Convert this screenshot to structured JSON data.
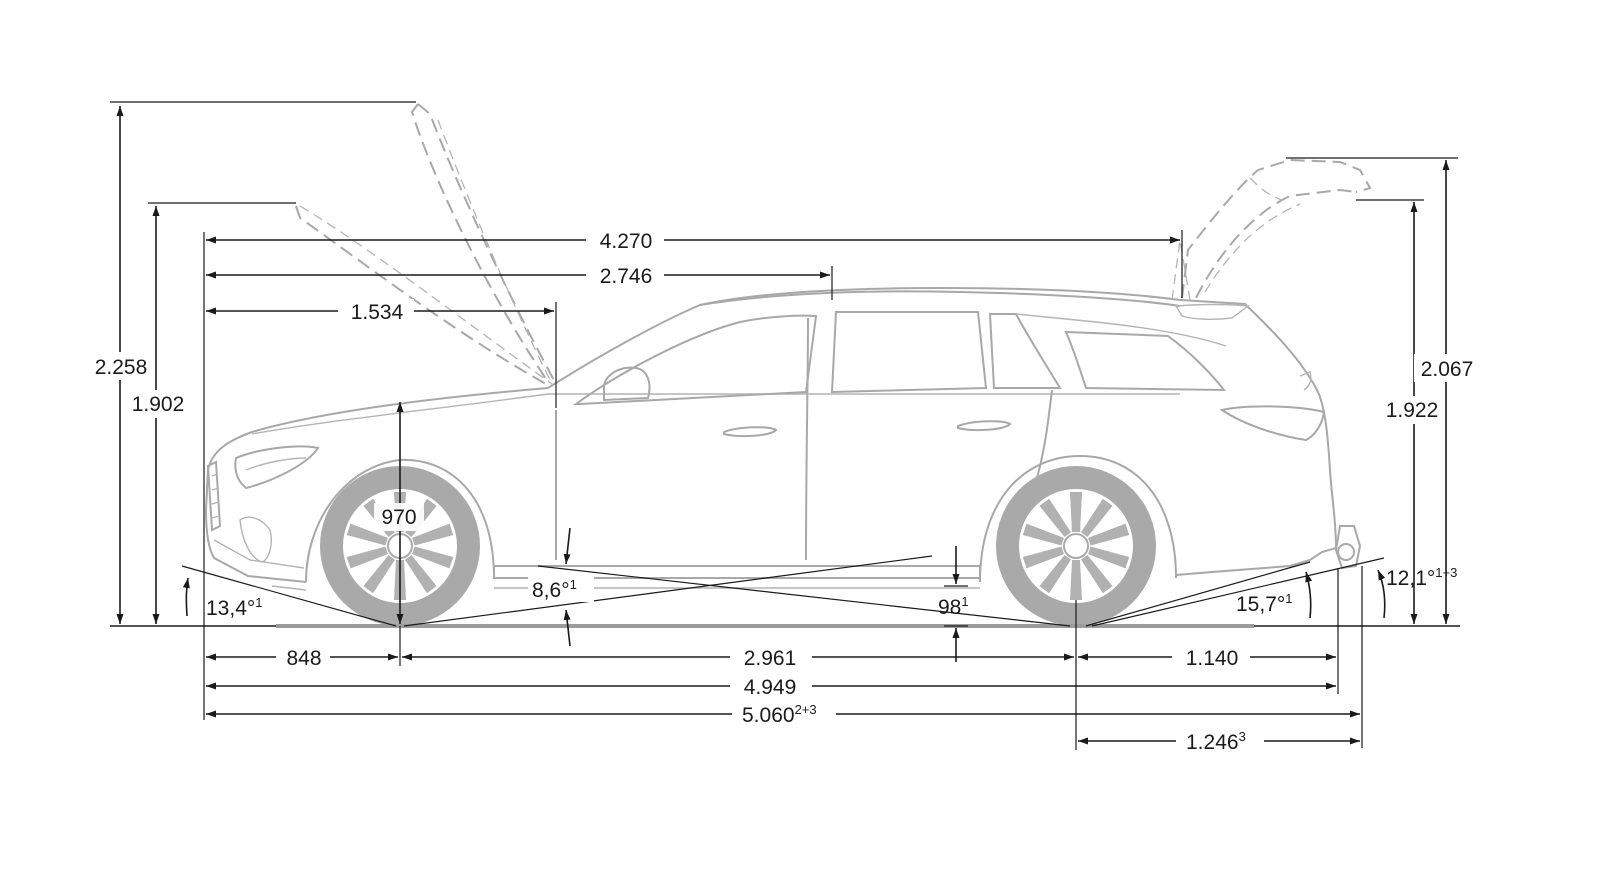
{
  "dimensions": {
    "overall_height_hood_open": "2.258",
    "height_bonnet_open": "1.902",
    "tailgate_open_height": "2.067",
    "tailgate_open_clearance": "1.922",
    "length_to_tailgate_pivot": "4.270",
    "length_to_b_pillar": "2.746",
    "length_to_a_pillar": "1.534",
    "wheel_centre_height": "970",
    "front_overhang": "848",
    "wheelbase": "2.961",
    "rear_overhang": "1.140",
    "overall_length": "4.949",
    "overall_length_tow_bar": "5.060",
    "overall_length_tow_bar_note": "2+3",
    "rear_overhang_tow_bar": "1.246",
    "rear_overhang_tow_bar_note": "3",
    "ground_clearance": "98",
    "ground_clearance_note": "1"
  },
  "angles": {
    "approach": "13,4°",
    "approach_note": "1",
    "ramp_breakover": "8,6°",
    "ramp_breakover_note": "1",
    "departure": "15,7°",
    "departure_note": "1",
    "departure_tow_bar": "12,1°",
    "departure_tow_bar_note": "1+3"
  },
  "colors": {
    "dimension_lines": "#1a1a1a",
    "vehicle_outline": "#a8a8a8",
    "background": "#ffffff"
  }
}
